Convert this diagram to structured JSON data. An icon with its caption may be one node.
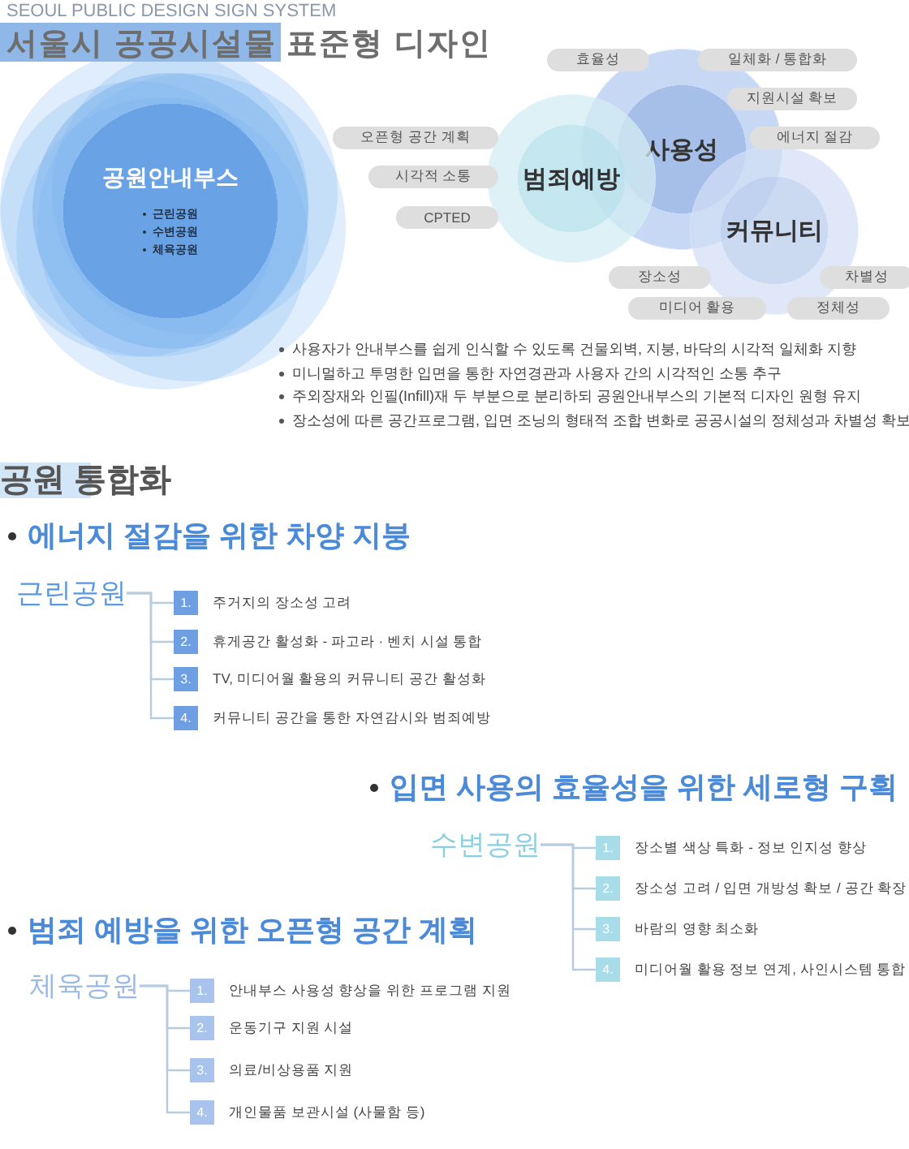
{
  "diagram": {
    "title": "서울시 공공시설물 표준형 디자인",
    "nodes": [
      {
        "text": [
          "공원안내부스",
          "근린공원",
          "수변공원",
          "체육공원"
        ]
      },
      {
        "text": [
          "효율성"
        ]
      },
      {
        "text": [
          "일체화 / 통합화"
        ]
      },
      {
        "text": [
          "지원시설 확보"
        ]
      },
      {
        "text": [
          "오픈형 공간 계획"
        ]
      },
      {
        "text": [
          "에너지 절감"
        ]
      },
      {
        "text": [
          "사용성"
        ]
      },
      {
        "text": [
          "범죄예방"
        ]
      },
      {
        "text": [
          "시각적 소통"
        ]
      },
      {
        "text": [
          "CPTED"
        ]
      },
      {
        "text": [
          "커뮤니티"
        ]
      },
      {
        "text": [
          "장소성"
        ]
      },
      {
        "text": [
          "차별성"
        ]
      },
      {
        "text": [
          "미디어 활용"
        ]
      },
      {
        "text": [
          "정체성"
        ]
      },
      {
        "text": [
          "근린공원"
        ]
      },
      {
        "text": [
          "1.",
          "주거지의 장소성 고려"
        ]
      },
      {
        "text": [
          "2.",
          "휴게공간 활성화 - 파고라 · 벤치 시설 통합"
        ]
      },
      {
        "text": [
          "3.",
          "TV, 미디어월 활용의 커뮤니티 공간 활성화"
        ]
      },
      {
        "text": [
          "4.",
          "커뮤니티 공간을 통한 자연감시와 범죄예방"
        ]
      },
      {
        "text": [
          "수변공원"
        ]
      },
      {
        "text": [
          "1.",
          "장소별 색상 특화 - 정보 인지성 향상"
        ]
      },
      {
        "text": [
          "2.",
          "장소성 고려 / 입면 개방성 확보 / 공간 확장"
        ]
      },
      {
        "text": [
          "3.",
          "바람의 영향 최소화"
        ]
      },
      {
        "text": [
          "4.",
          "미디어월 활용 정보 연계, 사인시스템 통합"
        ]
      },
      {
        "text": [
          "체육공원"
        ]
      },
      {
        "text": [
          "1.",
          "안내부스 사용성 향상을 위한 프로그램 지원"
        ]
      },
      {
        "text": [
          "2.",
          "운동기구 지원 시설"
        ]
      },
      {
        "text": [
          "3.",
          "의료/비상용품 지원"
        ]
      },
      {
        "text": [
          "4.",
          "개인물품 보관시설 (사물함 등)"
        ]
      }
    ],
    "edges": [
      {
        "from": 15,
        "to": 16,
        "arrow": "none"
      },
      {
        "from": 15,
        "to": 17,
        "arrow": "none"
      },
      {
        "from": 15,
        "to": 18,
        "arrow": "none"
      },
      {
        "from": 15,
        "to": 19,
        "arrow": "none"
      },
      {
        "from": 20,
        "to": 21,
        "arrow": "none"
      },
      {
        "from": 20,
        "to": 22,
        "arrow": "none"
      },
      {
        "from": 20,
        "to": 23,
        "arrow": "none"
      },
      {
        "from": 20,
        "to": 24,
        "arrow": "none"
      },
      {
        "from": 25,
        "to": 26,
        "arrow": "none"
      },
      {
        "from": 25,
        "to": 27,
        "arrow": "none"
      },
      {
        "from": 25,
        "to": 28,
        "arrow": "none"
      },
      {
        "from": 25,
        "to": 29,
        "arrow": "none"
      }
    ],
    "labels": [
      "SEOUL PUBLIC DESIGN SIGN SYSTEM",
      "사용자가 안내부스를 쉽게 인식할 수 있도록 건물외벽, 지붕, 바닥의 시각적 일체화 지향",
      "미니멀하고 투명한 입면을 통한 자연경관과 사용자 간의 시각적인 소통 추구",
      "주외장재와 인필(Infill)재 두 부분으로 분리하되 공원안내부스의 기본적 디자인 원형 유지",
      "장소성에 따른 공간프로그램, 입면 조닝의 형태적 조합 변화로 공공시설의 정체성과 차별성 확보",
      "공원 통합화",
      "에너지 절감을 위한 차양 지붕",
      "입면 사용의 효율성을 위한 세로형 구획",
      "범죄 예방을 위한 오픈형 공간 계획"
    ]
  }
}
